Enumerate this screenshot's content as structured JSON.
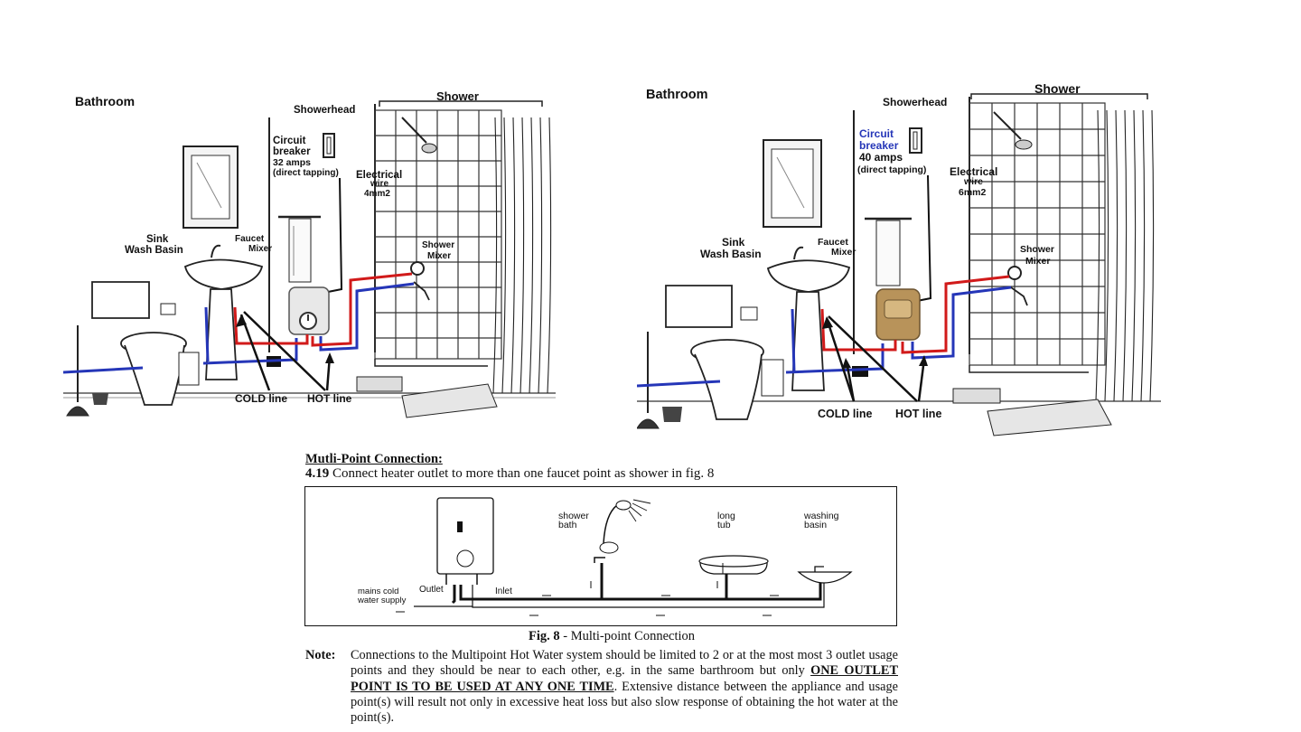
{
  "left_panel": {
    "room_label": "Bathroom",
    "shower_label": "Shower",
    "showerhead": "Showerhead",
    "breaker": [
      "Circuit",
      "breaker",
      "32 amps",
      "(direct tapping)"
    ],
    "wire": [
      "Electrical",
      "wire",
      "4mm2"
    ],
    "sink": [
      "Sink",
      "Wash Basin"
    ],
    "faucet": [
      "Faucet",
      "Mixer"
    ],
    "shower_mixer": [
      "Shower",
      "Mixer"
    ],
    "cold_line": "COLD line",
    "hot_line": "HOT line"
  },
  "right_panel": {
    "room_label": "Bathroom",
    "shower_label": "Shower",
    "showerhead": "Showerhead",
    "breaker": [
      "Circuit",
      "breaker",
      "40 amps",
      "(direct tapping)"
    ],
    "wire": [
      "Electrical",
      "wire",
      "6mm2"
    ],
    "sink": [
      "Sink",
      "Wash Basin"
    ],
    "faucet": [
      "Faucet",
      "Mixer"
    ],
    "shower_mixer": [
      "Shower",
      "Mixer"
    ],
    "cold_line": "COLD line",
    "hot_line": "HOT line"
  },
  "multipoint": {
    "heading": "Mutli-Point Connection:",
    "step_number": "4.19",
    "step_text": "Connect heater outlet to more than one faucet point as shower in fig. 8",
    "diagram": {
      "shower": [
        "shower",
        "bath"
      ],
      "tub": [
        "long",
        "tub"
      ],
      "basin": [
        "washing",
        "basin"
      ],
      "mains": [
        "mains cold",
        "water supply"
      ],
      "outlet": "Outlet",
      "inlet": "Inlet"
    },
    "caption_num": "Fig. 8",
    "caption_text": "- Multi-point Connection",
    "note_label": "Note:",
    "note_pre": "Connections to the Multipoint Hot Water system should be limited to 2 or at the most most 3 outlet usage points and they should be near to each other, e.g. in the same barthroom but only ",
    "note_emphasis": "ONE OUTLET POINT IS TO BE USED AT ANY ONE TIME",
    "note_post": ". Extensive distance between the appliance and usage point(s) will result not only in excessive heat loss but also slow response of obtaining the hot water at the point(s)."
  },
  "colors": {
    "hot": "#d11a1a",
    "cold": "#2536b8",
    "heater_left": "#e8e8e8",
    "heater_right": "#b8935a"
  }
}
